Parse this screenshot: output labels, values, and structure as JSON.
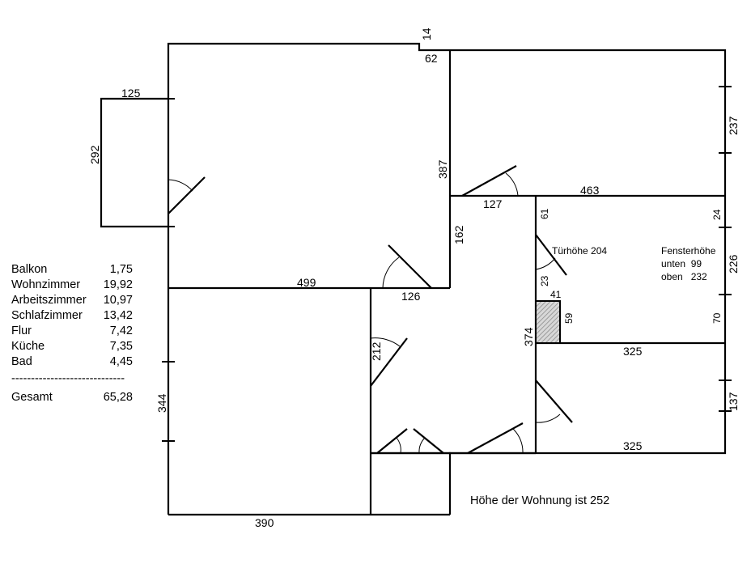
{
  "legend": {
    "rooms": [
      {
        "name": "Balkon",
        "area": "1,75"
      },
      {
        "name": "Wohnzimmer",
        "area": "19,92"
      },
      {
        "name": "Arbeitszimmer",
        "area": "10,97"
      },
      {
        "name": "Schlafzimmer",
        "area": "13,42"
      },
      {
        "name": "Flur",
        "area": "7,42"
      },
      {
        "name": "Küche",
        "area": "7,35"
      },
      {
        "name": "Bad",
        "area": "4,45"
      }
    ],
    "separator": "-----------------------------",
    "total_label": "Gesamt",
    "total_value": "65,28"
  },
  "dimensions": {
    "top_step": "14",
    "top_step_62": "62",
    "balcony_width": "125",
    "balcony_depth": "292",
    "right_top": "237",
    "wall_387": "387",
    "wall_127": "127",
    "wall_463": "463",
    "wall_162": "162",
    "wall_61": "61",
    "wall_24": "24",
    "wall_226": "226",
    "wall_499": "499",
    "wall_126": "126",
    "wall_23": "23",
    "chimney_41": "41",
    "chimney_59": "59",
    "wall_70": "70",
    "wall_374": "374",
    "wall_212": "212",
    "wall_325_top": "325",
    "wall_344": "344",
    "wall_137": "137",
    "wall_325_bottom": "325",
    "wall_390": "390"
  },
  "annotations": {
    "door_height": "Türhöhe 204",
    "window_height_title": "Fensterhöhe",
    "window_low": "unten  99",
    "window_high": "oben   232",
    "ceiling_height": "Höhe der Wohnung ist 252"
  }
}
